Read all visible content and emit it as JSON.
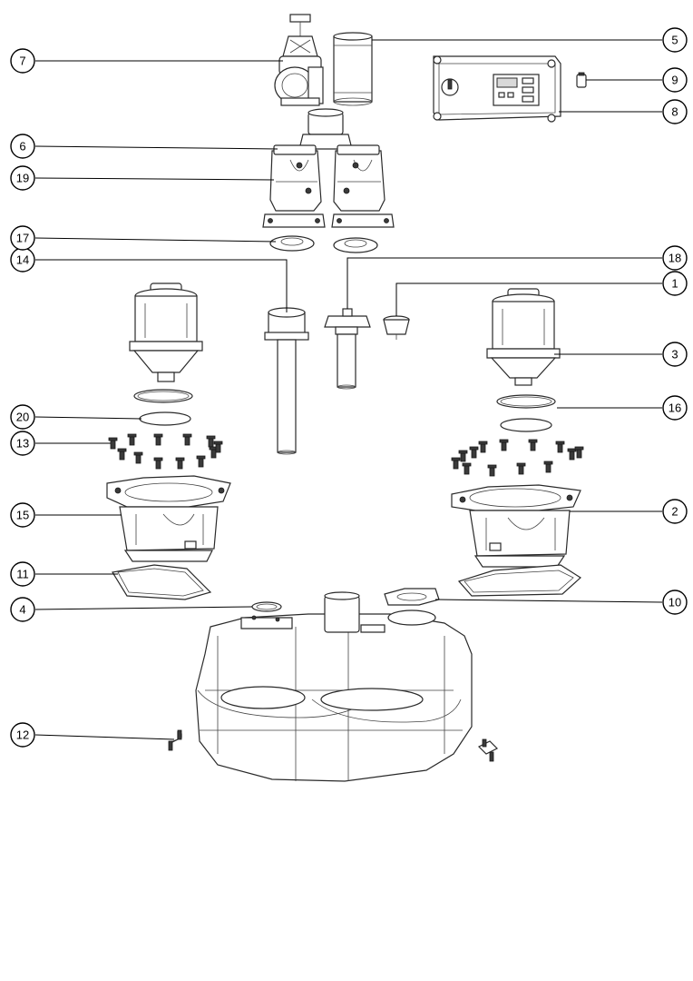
{
  "callouts": [
    {
      "label": "1"
    },
    {
      "label": "2"
    },
    {
      "label": "3"
    },
    {
      "label": "4"
    },
    {
      "label": "5"
    },
    {
      "label": "6"
    },
    {
      "label": "7"
    },
    {
      "label": "8"
    },
    {
      "label": "9"
    },
    {
      "label": "10"
    },
    {
      "label": "11"
    },
    {
      "label": "12"
    },
    {
      "label": "13"
    },
    {
      "label": "14"
    },
    {
      "label": "15"
    },
    {
      "label": "16"
    },
    {
      "label": "17"
    },
    {
      "label": "18"
    },
    {
      "label": "19"
    },
    {
      "label": "20"
    }
  ],
  "colors": {
    "line": "#000000",
    "fill": "#ffffff",
    "dark_part": "#3a3a3a"
  }
}
